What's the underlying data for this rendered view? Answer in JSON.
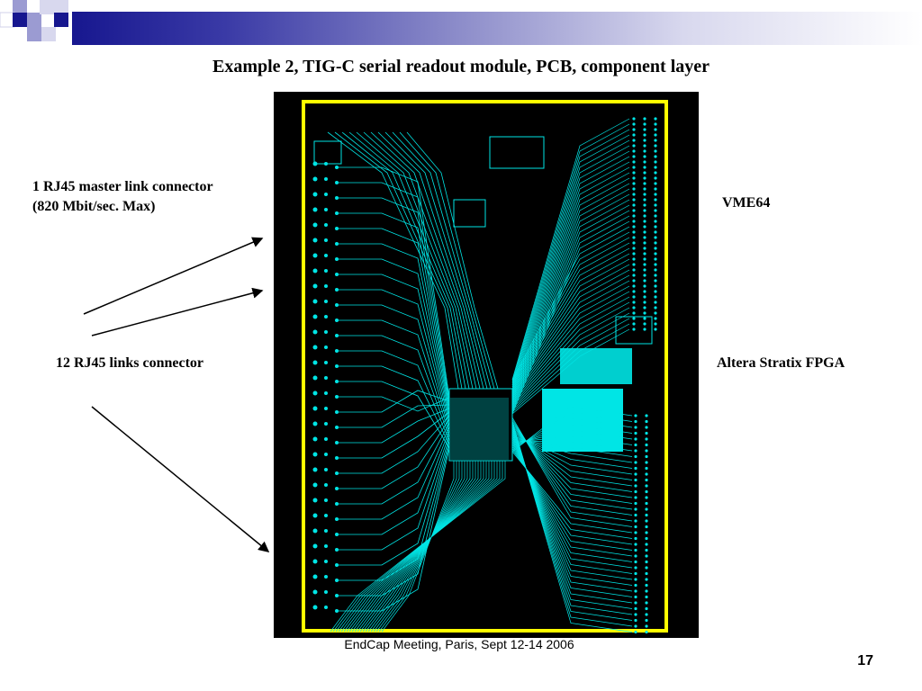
{
  "slide": {
    "title": "Example 2, TIG-C serial readout module, PCB, component layer",
    "footer": "EndCap Meeting, Paris, Sept 12-14 2006",
    "page_number": "17"
  },
  "labels": {
    "master_link_line1": "1 RJ45 master link connector",
    "master_link_line2": "(820 Mbit/sec. Max)",
    "links_connector": "12 RJ45 links connector",
    "vme": "VME64",
    "fpga": "Altera Stratix FPGA"
  },
  "colors": {
    "theme_dark_blue": "#17178f",
    "theme_light_blue": "#8b8bc9",
    "pcb_background": "#000000",
    "pcb_trace": "#00e5e5",
    "board_outline": "#ffff00"
  }
}
